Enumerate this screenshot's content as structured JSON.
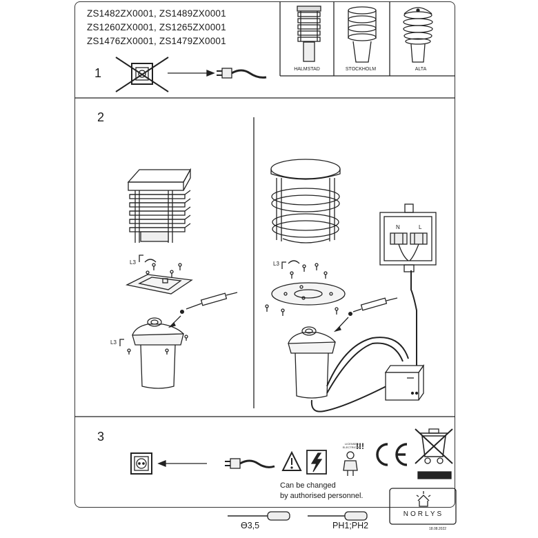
{
  "models": [
    "ZS1482ZX0001, ZS1489ZX0001",
    "ZS1260ZX0001, ZS1265ZX0001",
    "ZS1476ZX0001, ZS1479ZX0001"
  ],
  "variants": [
    "HALMSTAD",
    "STOCKHOLM",
    "ALTA"
  ],
  "steps": [
    "1",
    "2",
    "3"
  ],
  "assembly_labels": {
    "left_l3_top": "L3",
    "left_l3_bottom": "L3",
    "right_l3_top": "L3",
    "junction_n": "N",
    "junction_l": "L"
  },
  "warning_text": [
    "Can be changed",
    "by authorised personnel."
  ],
  "electrician_caption": "LICENSED ELECTRICIAN",
  "electrician_marks": "!!!",
  "ce_mark": "CE",
  "brand": "NORLYS",
  "tools": {
    "screwdriver": "ϴ3,5",
    "phillips": "PH1;PH2"
  },
  "date": "18.08.2022"
}
